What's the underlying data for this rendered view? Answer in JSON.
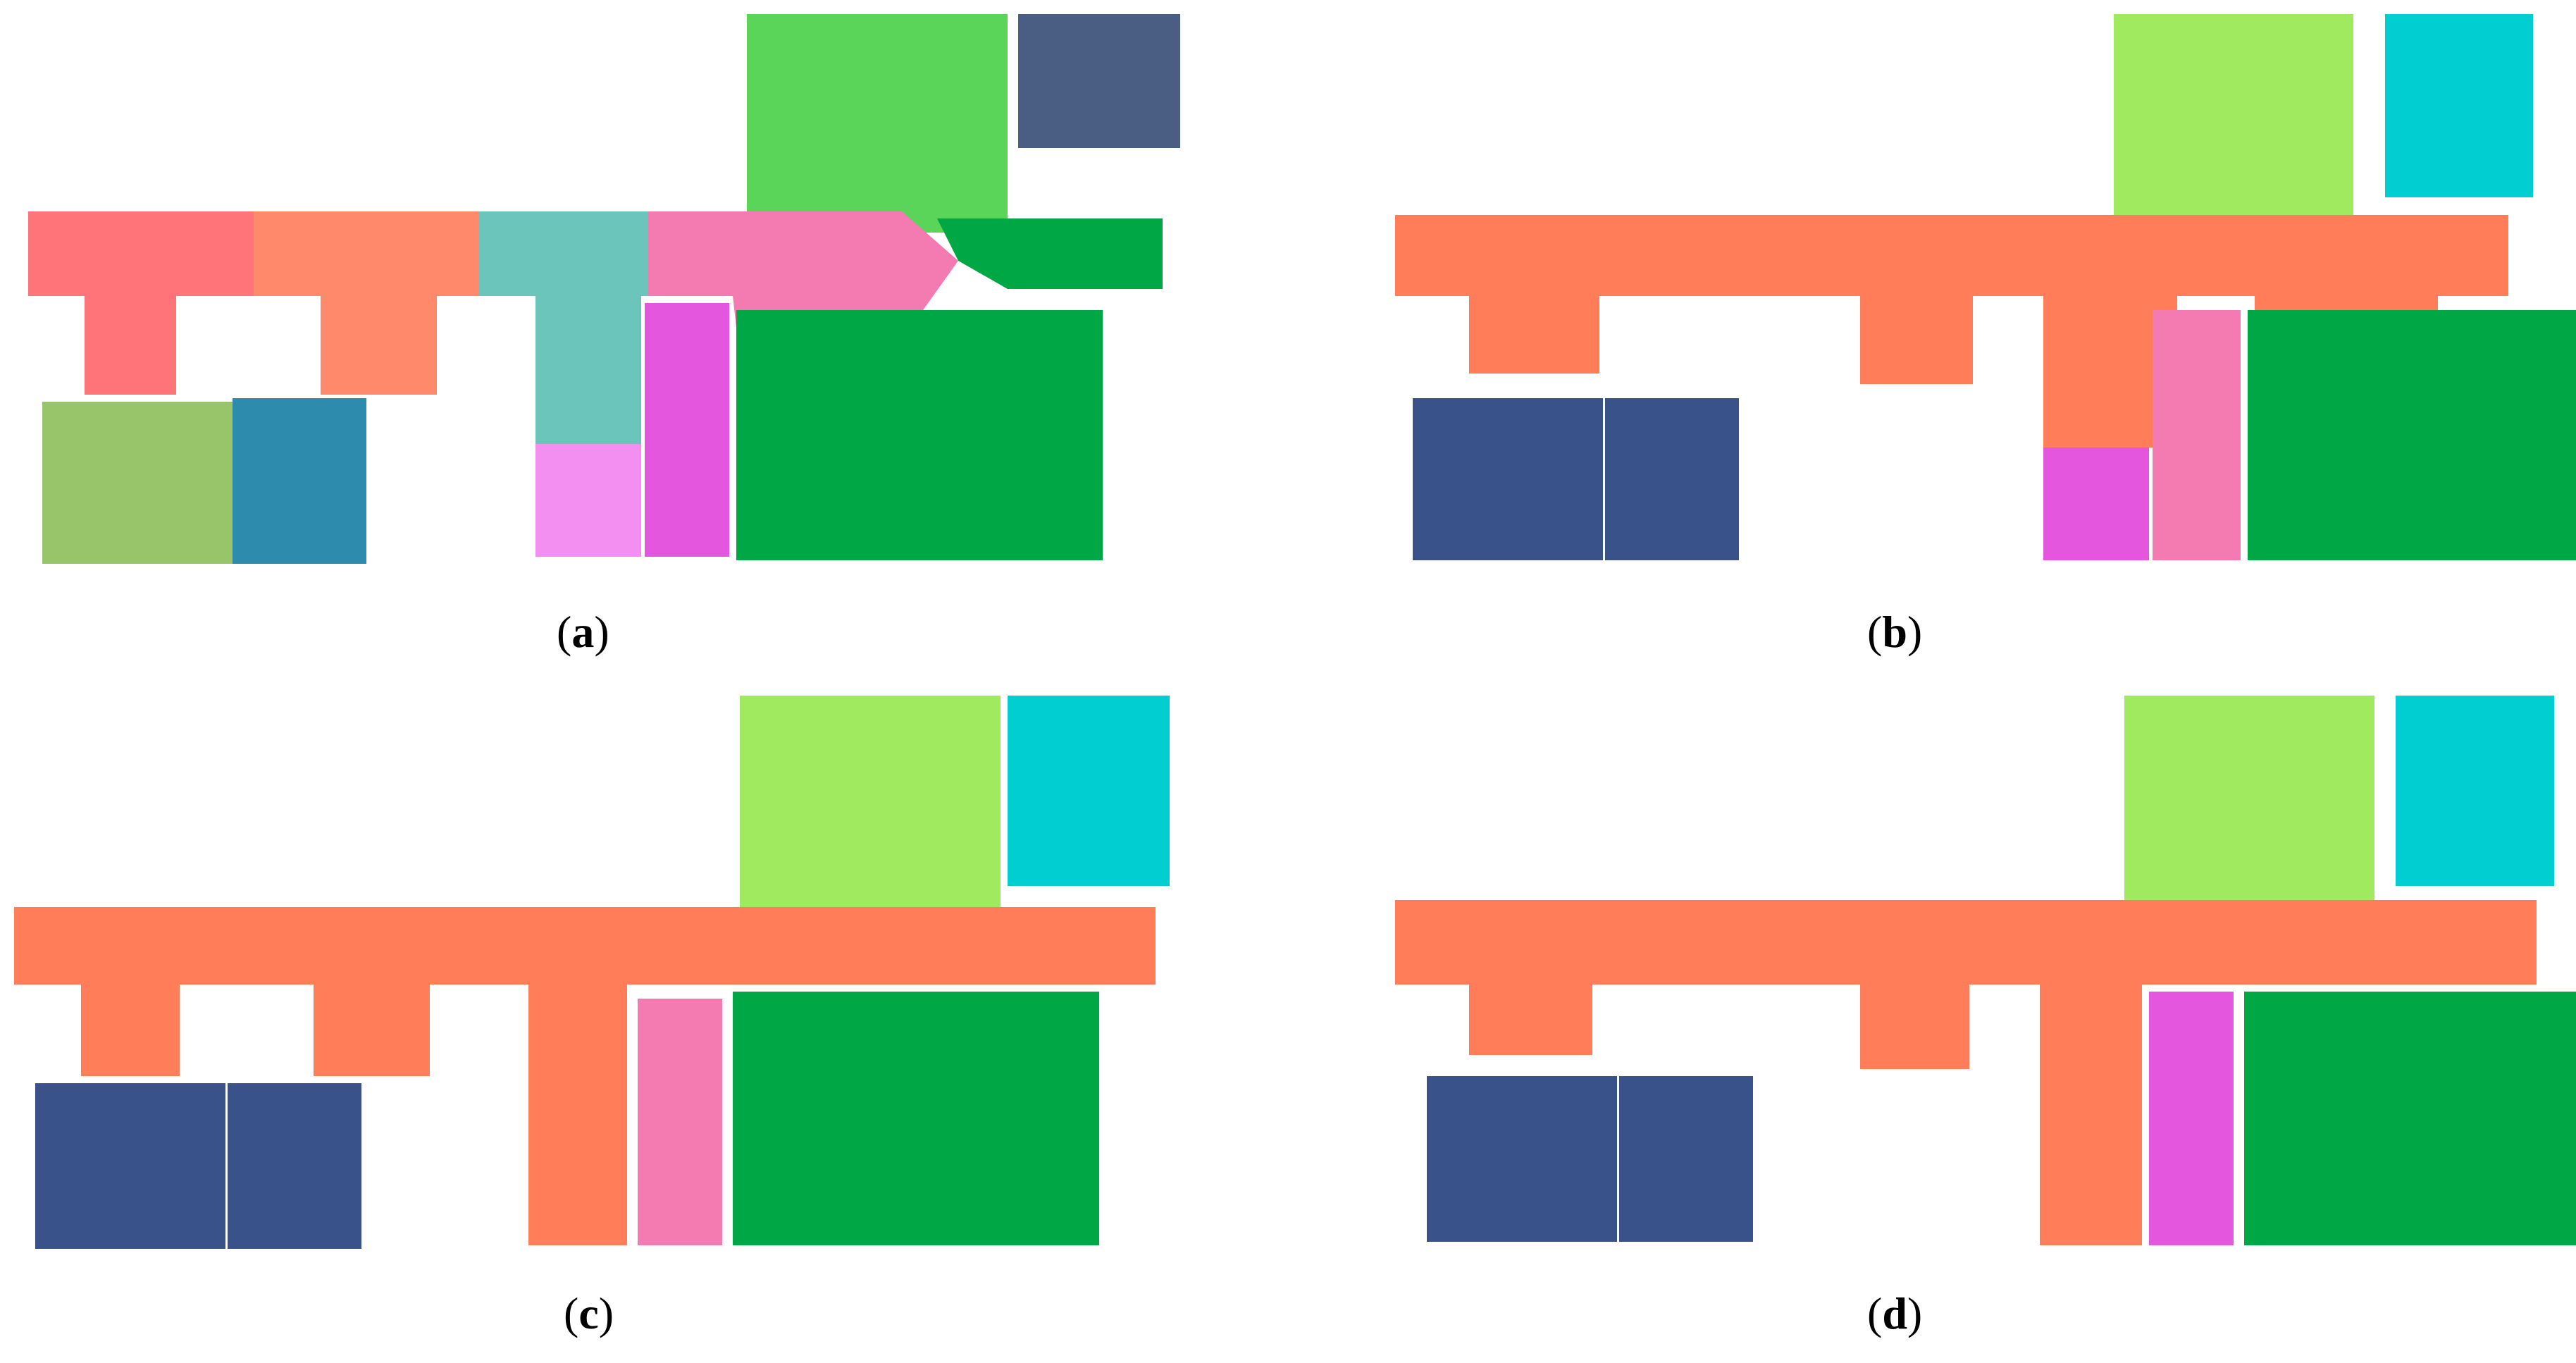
{
  "colors": {
    "salmon_red": "#FF7478",
    "light_orange": "#FF8A6B",
    "teal": "#6CC5BB",
    "pink": "#F47AB2",
    "bright_green": "#5AD55A",
    "slate_blue": "#4A5E84",
    "dark_green": "#00A745",
    "olive_green": "#98C46A",
    "steel_blue": "#2D8BAE",
    "violet_light": "#F38FF0",
    "magenta": "#E356DD",
    "orange": "#FF7D59",
    "lime": "#A0EA60",
    "cyan": "#00CED0",
    "navy": "#3A528A"
  },
  "panels": [
    {
      "id": "a",
      "label": "a",
      "rooms": [
        {
          "name": "room-top-left-block",
          "color": "#5AD55A"
        },
        {
          "name": "room-top-right-block",
          "color": "#4A5E84"
        },
        {
          "name": "corridor-segment-left",
          "color": "#FF7478"
        },
        {
          "name": "corridor-segment-mid-left",
          "color": "#FF8A6B"
        },
        {
          "name": "corridor-segment-mid",
          "color": "#6CC5BB"
        },
        {
          "name": "corridor-segment-mid-right",
          "color": "#F47AB2"
        },
        {
          "name": "corridor-segment-right",
          "color": "#00A745"
        },
        {
          "name": "room-bottom-left-a",
          "color": "#98C46A"
        },
        {
          "name": "room-bottom-left-b",
          "color": "#2D8BAE"
        },
        {
          "name": "room-bottom-mid-a",
          "color": "#F38FF0"
        },
        {
          "name": "room-bottom-mid-b",
          "color": "#E356DD"
        },
        {
          "name": "room-bottom-right",
          "color": "#00A745"
        }
      ]
    },
    {
      "id": "b",
      "label": "b",
      "rooms": [
        {
          "name": "room-top-left-block",
          "color": "#A0EA60"
        },
        {
          "name": "room-top-right-block",
          "color": "#00CED0"
        },
        {
          "name": "corridor",
          "color": "#FF7D59"
        },
        {
          "name": "room-bottom-left-a",
          "color": "#3A528A"
        },
        {
          "name": "room-bottom-left-b",
          "color": "#3A528A"
        },
        {
          "name": "room-bottom-mid-a",
          "color": "#E356DD"
        },
        {
          "name": "room-bottom-mid-b",
          "color": "#F47AB2"
        },
        {
          "name": "room-bottom-right",
          "color": "#00A745"
        }
      ]
    },
    {
      "id": "c",
      "label": "c",
      "rooms": [
        {
          "name": "room-top-left-block",
          "color": "#A0EA60"
        },
        {
          "name": "room-top-right-block",
          "color": "#00CED0"
        },
        {
          "name": "corridor",
          "color": "#FF7D59"
        },
        {
          "name": "room-bottom-left-a",
          "color": "#3A528A"
        },
        {
          "name": "room-bottom-left-b",
          "color": "#3A528A"
        },
        {
          "name": "room-bottom-mid-a",
          "color": "#FF7D59"
        },
        {
          "name": "room-bottom-mid-b",
          "color": "#F47AB2"
        },
        {
          "name": "room-bottom-right",
          "color": "#00A745"
        }
      ]
    },
    {
      "id": "d",
      "label": "d",
      "rooms": [
        {
          "name": "room-top-left-block",
          "color": "#A0EA60"
        },
        {
          "name": "room-top-right-block",
          "color": "#00CED0"
        },
        {
          "name": "corridor",
          "color": "#FF7D59"
        },
        {
          "name": "room-bottom-left-a",
          "color": "#3A528A"
        },
        {
          "name": "room-bottom-left-b",
          "color": "#3A528A"
        },
        {
          "name": "room-bottom-mid-a",
          "color": "#FF7D59"
        },
        {
          "name": "room-bottom-mid-b",
          "color": "#E356DD"
        },
        {
          "name": "room-bottom-right",
          "color": "#00A745"
        }
      ]
    }
  ]
}
